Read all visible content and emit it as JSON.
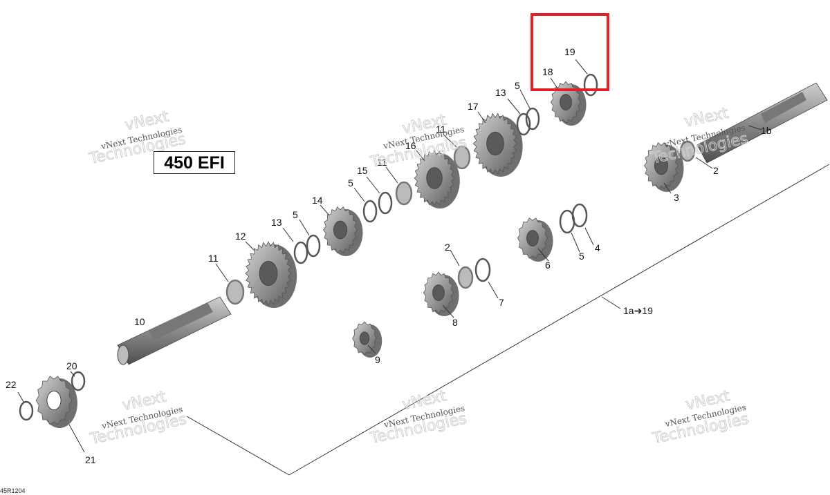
{
  "title": "450 EFI",
  "reference_code": "45R1204",
  "watermark": {
    "small": "vNext Technologies",
    "big_line1": "vNext",
    "big_line2": "Technologies"
  },
  "callouts": {
    "c1a19": "1a➔19",
    "c1b": "1b",
    "c2a": "2",
    "c2b": "2",
    "c3": "3",
    "c4": "4",
    "c5a": "5",
    "c5b": "5",
    "c5c": "5",
    "c5d": "5",
    "c6": "6",
    "c7": "7",
    "c8": "8",
    "c9": "9",
    "c10": "10",
    "c11a": "11",
    "c11b": "11",
    "c11c": "11",
    "c12": "12",
    "c13a": "13",
    "c13b": "13",
    "c14": "14",
    "c15": "15",
    "c16": "16",
    "c17": "17",
    "c18": "18",
    "c19": "19",
    "c20": "20",
    "c21": "21",
    "c22": "22"
  },
  "colors": {
    "highlight": "#e32024",
    "gear": "#9a9a9a",
    "gear_dark": "#6f6f6f",
    "line": "#333333"
  }
}
